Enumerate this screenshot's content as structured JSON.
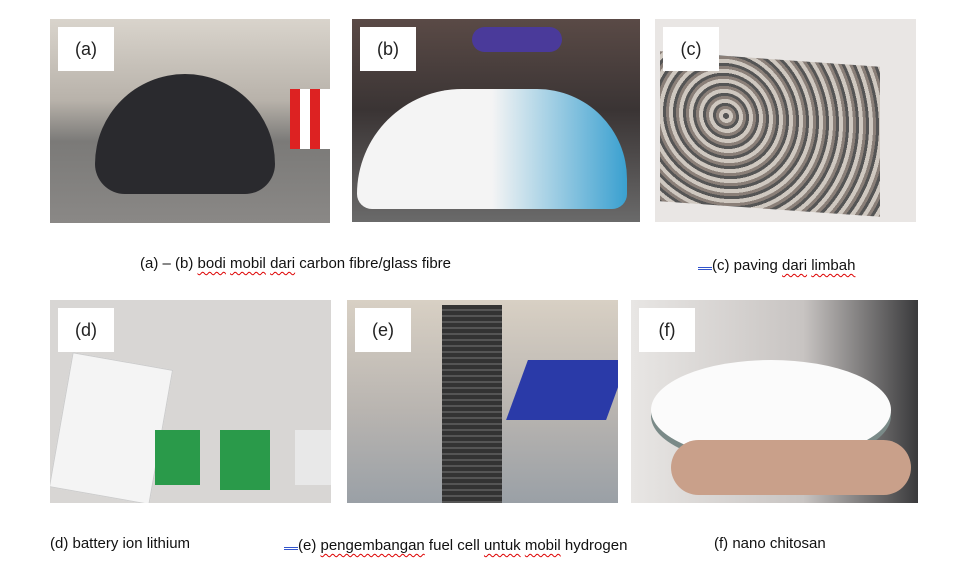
{
  "figures": [
    {
      "label": "(a)"
    },
    {
      "label": "(b)"
    },
    {
      "label": "(c)"
    },
    {
      "label": "(d)"
    },
    {
      "label": "(e)"
    },
    {
      "label": "(f)"
    }
  ],
  "captions": {
    "ab_prefix": "(a) – (b) ",
    "ab_w1": "bodi",
    "ab_w2": "mobil",
    "ab_w3": "dari",
    "ab_rest": " carbon fibre/glass fibre",
    "c_prefix": "(c) paving ",
    "c_w1": "dari",
    "c_w2": "limbah",
    "d": "(d) battery ion lithium",
    "e_prefix": "(e) ",
    "e_w1": "pengembangan",
    "e_mid": " fuel cell ",
    "e_w2": "untuk",
    "e_w3": "mobil",
    "e_rest": " hydrogen",
    "f": "(f) nano chitosan"
  }
}
